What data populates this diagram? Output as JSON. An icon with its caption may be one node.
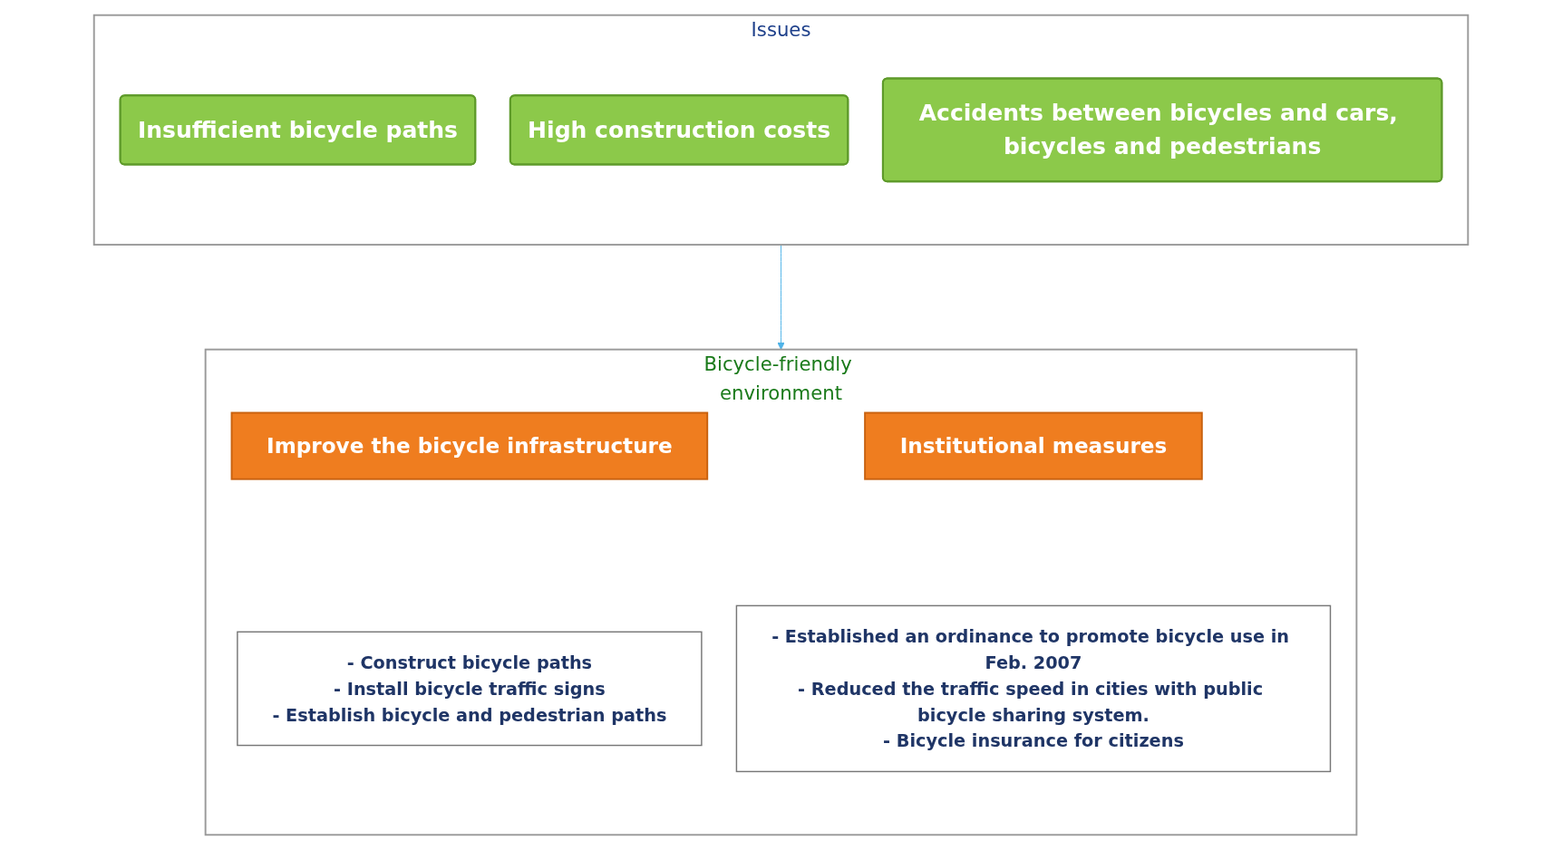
{
  "diagram": {
    "nodes": [
      {
        "text": [
          "Issues"
        ]
      },
      {
        "text": [
          "Insufficient bicycle paths"
        ],
        "in": 0
      },
      {
        "text": [
          "High construction costs"
        ],
        "in": 0
      },
      {
        "text": [
          "Accidents between bicycles and cars, bicycles and pedestrians"
        ],
        "in": 0
      },
      {
        "text": [
          "Bicycle-friendly environment"
        ]
      },
      {
        "text": [
          "Improve the bicycle infrastructure"
        ],
        "in": 4
      },
      {
        "text": [
          "- Construct bicycle paths",
          "- Install bicycle traffic signs",
          "- Establish bicycle and pedestrian paths"
        ],
        "in": 4
      },
      {
        "text": [
          "Institutional measures"
        ],
        "in": 4
      },
      {
        "text": [
          "- Established an ordinance to promote bicycle use in Feb. 2007",
          "- Reduced the traffic speed in cities with public bicycle sharing system.",
          "- Bicycle insurance for citizens"
        ],
        "in": 4
      }
    ],
    "edges": [
      {
        "from": 0,
        "to": 4,
        "arrow": "to",
        "color": "#4fb3e8"
      }
    ]
  }
}
